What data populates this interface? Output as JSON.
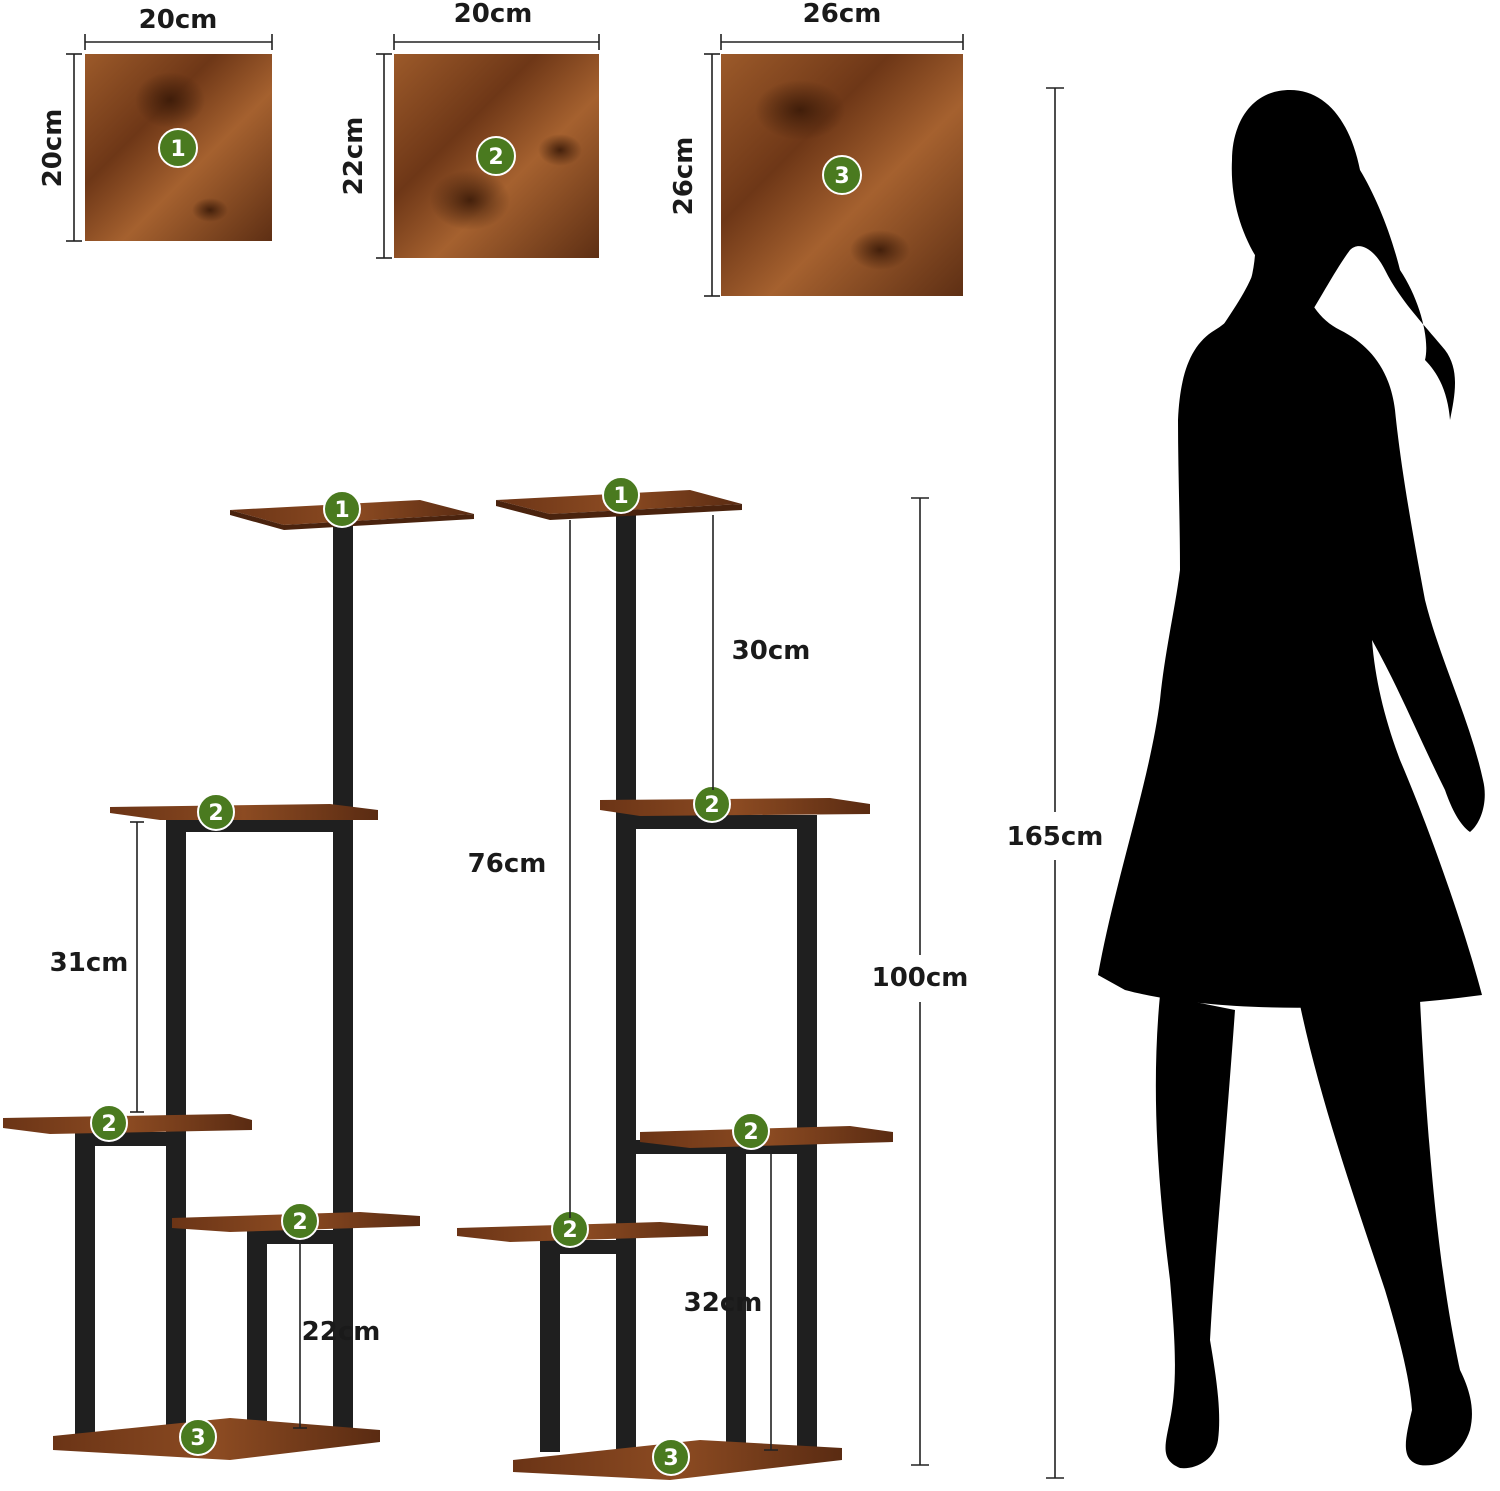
{
  "colors": {
    "wood_dark": "#5b2e14",
    "wood_mid": "#8a4a22",
    "wood_light": "#a9622f",
    "metal": "#1f1f1f",
    "badge": "#4a7a1f",
    "silhouette": "#000000"
  },
  "panels": [
    {
      "number": "1",
      "width_label": "20cm",
      "height_label": "20cm"
    },
    {
      "number": "2",
      "width_label": "20cm",
      "height_label": "22cm"
    },
    {
      "number": "3",
      "width_label": "26cm",
      "height_label": "26cm"
    }
  ],
  "stand_left": {
    "shelves": [
      "1",
      "2",
      "2",
      "2",
      "3"
    ],
    "dims": {
      "gap_mid": "31cm",
      "gap_low": "22cm"
    }
  },
  "stand_right": {
    "shelves": [
      "1",
      "2",
      "2",
      "2",
      "3"
    ],
    "dims": {
      "gap_top": "30cm",
      "gap_long": "76cm",
      "gap_low": "32cm"
    }
  },
  "total_height_label": "100cm",
  "person_height_label": "165cm"
}
